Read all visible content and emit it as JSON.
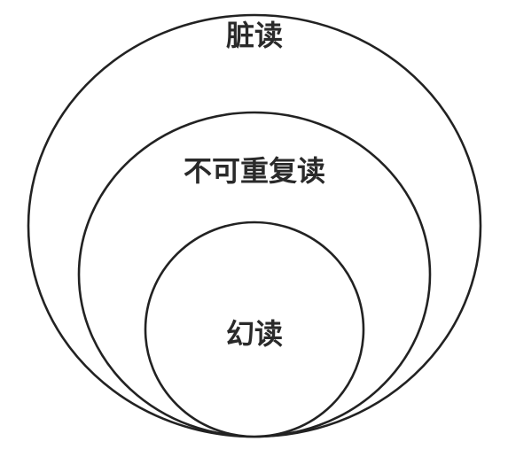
{
  "diagram": {
    "type": "nested-sets",
    "sets": [
      {
        "id": "outer",
        "label": "脏读"
      },
      {
        "id": "middle",
        "label": "不可重复读"
      },
      {
        "id": "inner",
        "label": "幻读"
      }
    ]
  },
  "colors": {
    "stroke": "#222222",
    "text": "#2a2a2a",
    "background": "#ffffff"
  }
}
